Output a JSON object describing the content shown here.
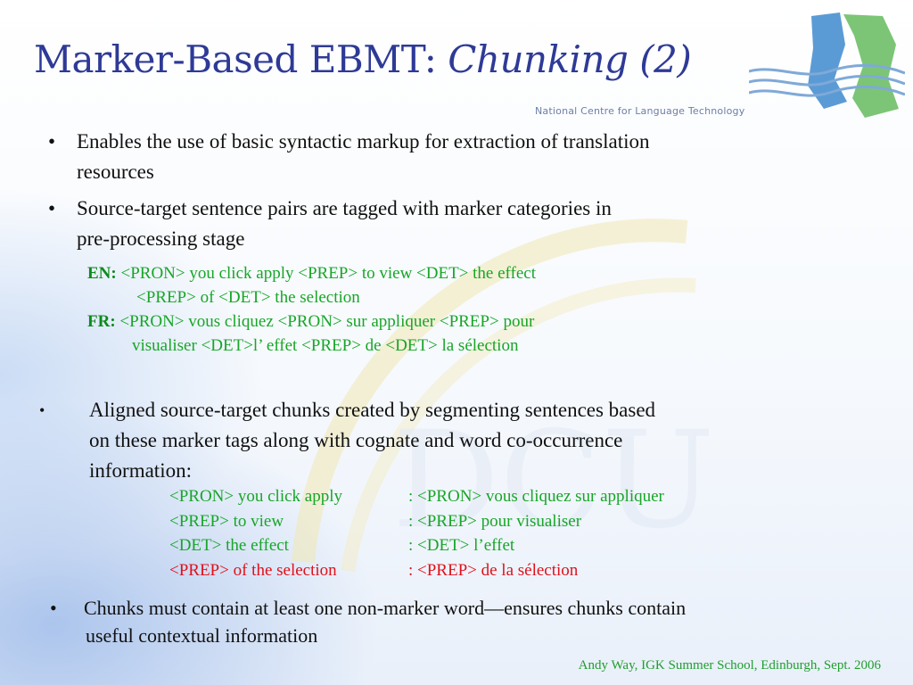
{
  "slide": {
    "title_main": "Marker-Based EBMT: ",
    "title_italic": "Chunking (2)",
    "org_name": "National Centre for Language Technology",
    "footer": "Andy Way, IGK Summer School, Edinburgh, Sept. 2006"
  },
  "bullets": [
    {
      "line1": "Enables the use of basic syntactic markup for extraction of translation",
      "line2": "resources"
    },
    {
      "line1": "Source-target sentence pairs are tagged with marker categories in",
      "line2": "pre-processing stage"
    },
    {
      "line1": "Aligned source-target chunks created by segmenting sentences based",
      "line2": "on these marker tags along with cognate and word co-occurrence",
      "line3": "information:"
    },
    {
      "line1": "Chunks must contain at least one non-marker word—ensures chunks contain",
      "line2": "useful contextual information"
    }
  ],
  "bullet_symbol": "•",
  "example": {
    "en_label": "EN:",
    "en_line1": " <PRON> you click apply <PREP> to view <DET> the effect",
    "en_line2": "<PREP> of <DET> the selection",
    "fr_label": "FR:",
    "fr_line1": " <PRON> vous cliquez <PRON> sur appliquer <PREP> pour",
    "fr_line2": "visualiser <DET>l’ effet <PREP> de <DET> la sélection"
  },
  "chunk_pairs": [
    {
      "source": "<PRON> you click apply",
      "target": ": <PRON> vous cliquez sur appliquer",
      "highlight": false
    },
    {
      "source": "<PREP> to view",
      "target": ": <PREP> pour visualiser",
      "highlight": false
    },
    {
      "source": "<DET> the effect",
      "target": ": <DET> l’effet",
      "highlight": false
    },
    {
      "source": "<PREP> of the selection",
      "target": ": <PREP> de la sélection",
      "highlight": true
    }
  ],
  "colors": {
    "title": "#2e3a96",
    "example_text": "#17a628",
    "highlight": "#e0101a",
    "logo_blue": "#5b9bd5",
    "logo_green": "#7cc576"
  },
  "icons": {
    "logo": "nclt-logo-icon",
    "watermark": "dcu-watermark-icon"
  }
}
